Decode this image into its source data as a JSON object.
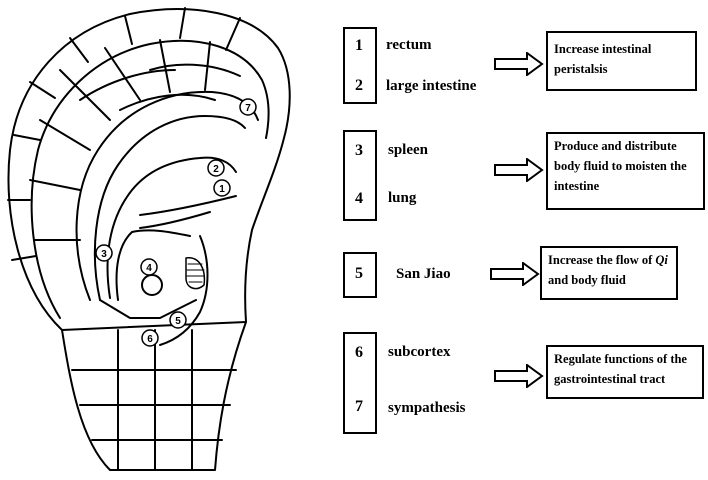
{
  "ear_points": [
    {
      "num": "7"
    },
    {
      "num": "2"
    },
    {
      "num": "1"
    },
    {
      "num": "3"
    },
    {
      "num": "4"
    },
    {
      "num": "5"
    },
    {
      "num": "6"
    }
  ],
  "groups": [
    {
      "items": [
        {
          "num": "1",
          "name": "rectum"
        },
        {
          "num": "2",
          "name": "large intestine"
        }
      ],
      "effect_lines": [
        "Increase intestinal",
        "peristalsis"
      ]
    },
    {
      "items": [
        {
          "num": "3",
          "name": "spleen"
        },
        {
          "num": "4",
          "name": "lung"
        }
      ],
      "effect_lines": [
        "Produce and distribute",
        "body fluid to moisten the",
        "intestine"
      ]
    },
    {
      "items": [
        {
          "num": "5",
          "name": "San Jiao"
        }
      ],
      "effect_lines": [
        "Increase the flow of Qi",
        "and body fluid"
      ]
    },
    {
      "items": [
        {
          "num": "6",
          "name": "subcortex"
        },
        {
          "num": "7",
          "name": "sympathesis"
        }
      ],
      "effect_lines": [
        "Regulate functions of the",
        "gastrointestinal tract"
      ]
    }
  ]
}
